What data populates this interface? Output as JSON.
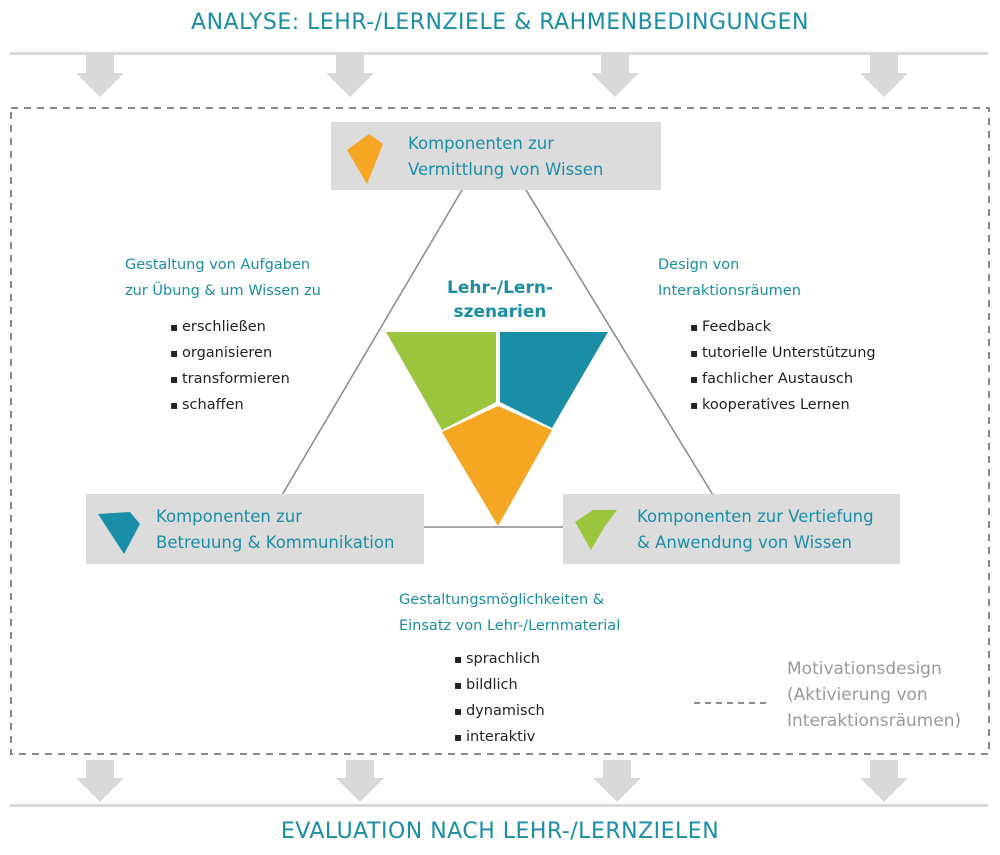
{
  "top_banner": "ANALYSE: LEHR-/LERNZIELE & RAHMENBEDINGUNGEN",
  "bottom_banner": "EVALUATION NACH LEHR-/LERNZIELEN",
  "center": {
    "line1": "Lehr-/Lern-",
    "line2": "szenarien"
  },
  "boxes": {
    "top": {
      "line1": "Komponenten zur",
      "line2": "Vermittlung von Wissen"
    },
    "left": {
      "line1": "Komponenten zur",
      "line2": "Betreuung & Kommunikation"
    },
    "right": {
      "line1": "Komponenten zur Vertiefung",
      "line2": "& Anwendung von Wissen"
    }
  },
  "left_section": {
    "heading1": "Gestaltung von Aufgaben",
    "heading2": "zur Übung & um Wissen zu",
    "items": [
      "erschließen",
      "organisieren",
      "transformieren",
      "schaffen"
    ]
  },
  "right_section": {
    "heading1": "Design von",
    "heading2": "Interaktionsräumen",
    "items": [
      "Feedback",
      "tutorielle Unterstützung",
      "fachlicher Austausch",
      "kooperatives Lernen"
    ]
  },
  "bottom_section": {
    "heading1": "Gestaltungsmöglichkeiten &",
    "heading2": "Einsatz von Lehr-/Lernmaterial",
    "items": [
      "sprachlich",
      "bildlich",
      "dynamisch",
      "interaktiv"
    ]
  },
  "legend": {
    "line1": "Motivationsdesign",
    "line2": "(Aktivierung von",
    "line3": "Interaktionsräumen)"
  },
  "colors": {
    "teal": "#1a8ea6",
    "orange": "#f5a623",
    "green": "#9bc53d",
    "box_gray": "#dcdcdc",
    "arrow_gray": "#d9d9d9",
    "dashed_gray": "#8a8a8a"
  }
}
